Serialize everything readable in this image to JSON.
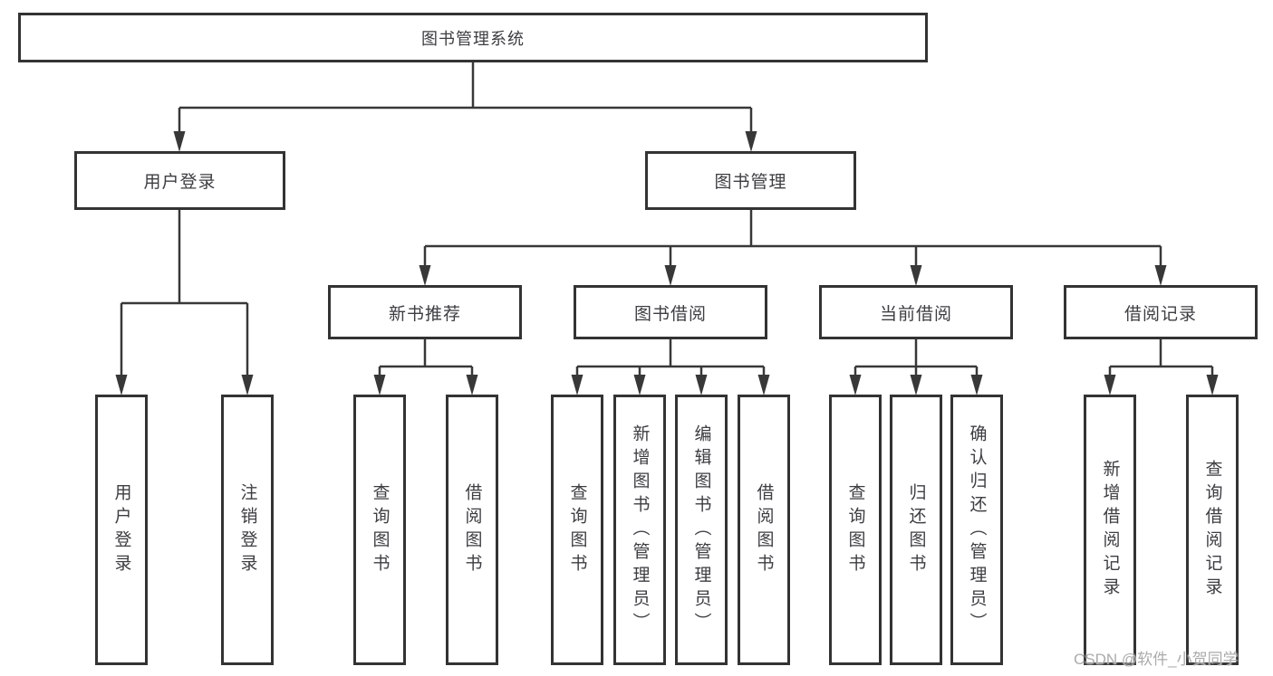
{
  "diagram": {
    "root": {
      "label": "图书管理系统"
    },
    "branches": [
      {
        "label": "用户登录",
        "children": [
          "用户登录",
          "注销登录"
        ]
      },
      {
        "label": "图书管理",
        "children_groups": [
          {
            "label": "新书推荐",
            "children": [
              "查询图书",
              "借阅图书"
            ]
          },
          {
            "label": "图书借阅",
            "children": [
              "查询图书",
              "新增图书（管理员）",
              "编辑图书（管理员）",
              "借阅图书"
            ]
          },
          {
            "label": "当前借阅",
            "children": [
              "查询图书",
              "归还图书",
              "确认归还（管理员）"
            ]
          },
          {
            "label": "借阅记录",
            "children": [
              "新增借阅记录",
              "查询借阅记录"
            ]
          }
        ]
      }
    ]
  },
  "watermark": {
    "text": "CSDN @软件_小贺同学"
  },
  "colors": {
    "line": "#383838",
    "box_border": "#333333",
    "text": "#3d3d42",
    "watermark": "#ababab",
    "background": "#ffffff"
  }
}
